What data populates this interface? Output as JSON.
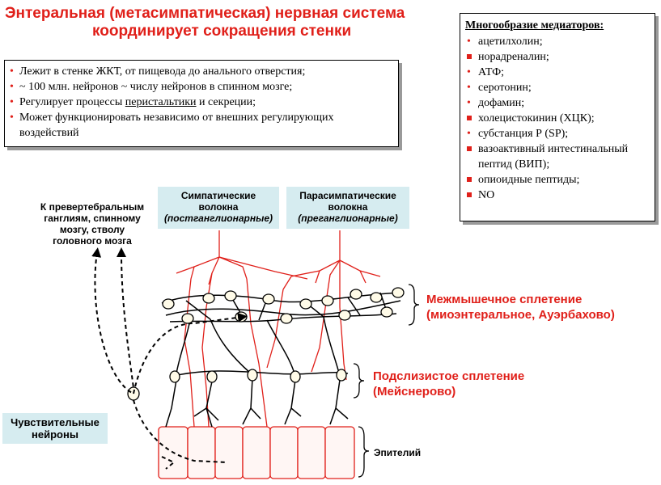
{
  "title": {
    "line1": "Энтеральная (метасимпатическая) нервная система",
    "line2": "координирует сокращения стенки"
  },
  "facts": [
    {
      "text": "Лежит в стенке ЖКТ, от пищевода до анального отверстия;"
    },
    {
      "text": "~ 100 млн. нейронов ~ числу нейронов в спинном мозге;"
    },
    {
      "pre": "Регулирует  процессы ",
      "link": "перистальтики",
      "post": " и секреции;"
    },
    {
      "text": "Может функционировать независимо от внешних регулирующих воздействий"
    }
  ],
  "mediators": {
    "heading": "Многообразие медиаторов:",
    "items": [
      "ацетилхолин;",
      "норадреналин;",
      "АТФ;",
      "серотонин;",
      "дофамин;",
      "холецистокинин (ХЦК);",
      "субстанция Р (SP);",
      "вазоактивный интестинальный пептид (ВИП);",
      "опиоидные пептиды;",
      "NO"
    ]
  },
  "diagram": {
    "sympathetic": {
      "line1": "Симпатические",
      "line2": "волокна",
      "sub": "(постганглионарные)"
    },
    "parasympathetic": {
      "line1": "Парасимпатические",
      "line2": "волокна",
      "sub": "(преганглионарные)"
    },
    "afferent_target": {
      "l1": "К превертебральным",
      "l2": "ганглиям, спинному",
      "l3": "мозгу, стволу",
      "l4": "головного мозга"
    },
    "myenteric": {
      "l1": "Межмышечное  сплетение",
      "l2": "(миоэнтеральное, Ауэрбахово)"
    },
    "submucosal": {
      "l1": "Подслизистое  сплетение",
      "l2": "(Мейснерово)"
    },
    "sensory": {
      "l1": "Чувствительные",
      "l2": "нейроны"
    },
    "epithelium": "Эпителий"
  },
  "colors": {
    "accent": "#e0201a",
    "box_fill": "#d6ecf0"
  }
}
